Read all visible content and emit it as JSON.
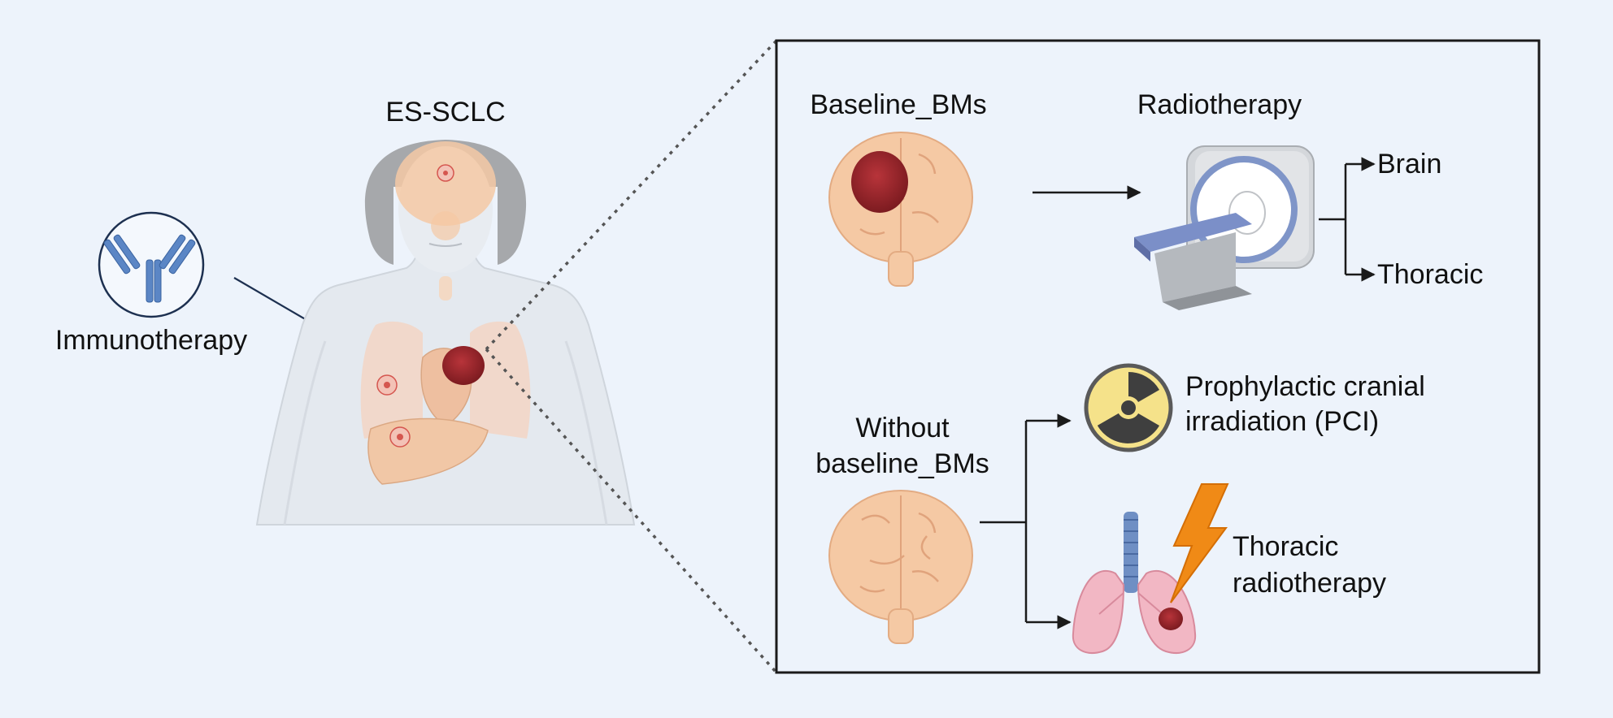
{
  "left": {
    "title": "ES-SCLC",
    "immunotherapy_label": "Immunotherapy"
  },
  "panel": {
    "with_bm": {
      "label": "Baseline_BMs",
      "treatment": "Radiotherapy",
      "targets": [
        "Brain",
        "Thoracic"
      ]
    },
    "without_bm": {
      "label_line1": "Without",
      "label_line2": "baseline_BMs",
      "pci_line1": "Prophylactic cranial",
      "pci_line2": "irradiation (PCI)",
      "thoracic_line1": "Thoracic",
      "thoracic_line2": "radiotherapy"
    }
  },
  "icons": {
    "antibody": "antibody-icon",
    "body": "human-body-icon",
    "brain": "brain-icon",
    "mri": "mri-scanner-icon",
    "radiation": "radiation-icon",
    "lungs": "lungs-icon",
    "lightning": "lightning-icon"
  },
  "colors": {
    "background": "#edf3fb",
    "tumor": "#a3262b",
    "brain": "#f5c9a4",
    "antibody": "#5b86c5",
    "lightning": "#f08a16",
    "radiation_yellow": "#f5e28a",
    "lungs": "#f2b7c4"
  }
}
